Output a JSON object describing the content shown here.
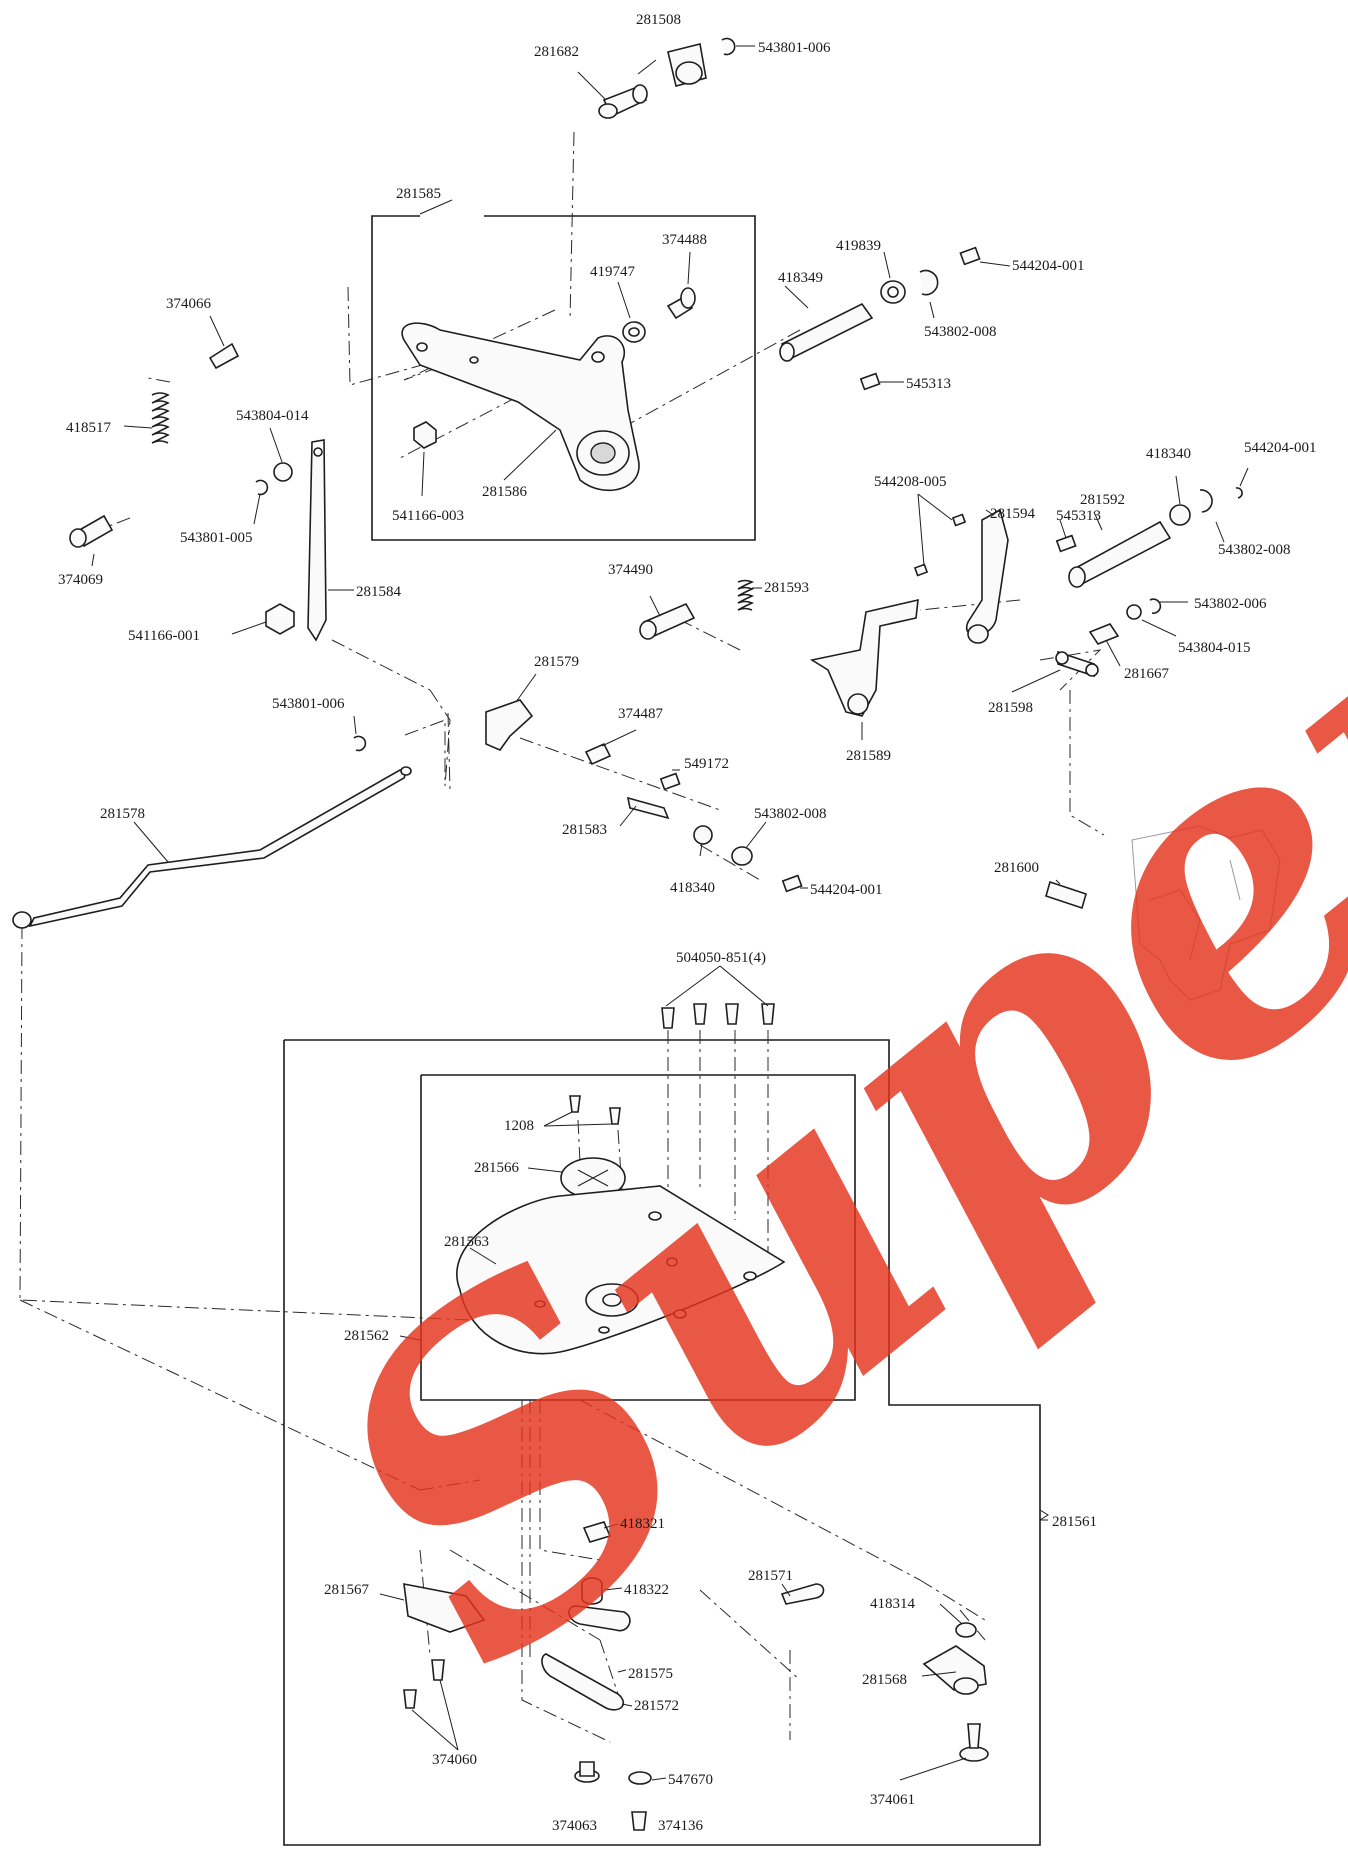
{
  "watermark": {
    "text": "Superior",
    "color": "#e5331d"
  },
  "colors": {
    "line": "#1e1e1e",
    "background": "#ffffff"
  },
  "labels": [
    "281508",
    "543801-006",
    "281682",
    "281585",
    "374488",
    "419839",
    "544204-001",
    "419747",
    "418349",
    "543802-008",
    "374066",
    "545313",
    "418517",
    "543804-014",
    "281586",
    "543801-005",
    "541166-003",
    "374069",
    "281584",
    "541166-001",
    "544208-005",
    "418340",
    "544204-001",
    "281592",
    "281594",
    "545313",
    "543802-008",
    "374490",
    "281593",
    "543802-006",
    "543804-015",
    "281667",
    "281579",
    "543801-006",
    "374487",
    "281598",
    "281589",
    "549172",
    "281578",
    "543802-008",
    "281583",
    "418340",
    "544204-001",
    "281600",
    "504050-851(4)",
    "1208",
    "281566",
    "281563",
    "281562",
    "281561",
    "418321",
    "418322",
    "281571",
    "281567",
    "418314",
    "281575",
    "281572",
    "281568",
    "374060",
    "547670",
    "374061",
    "374063",
    "374136"
  ]
}
